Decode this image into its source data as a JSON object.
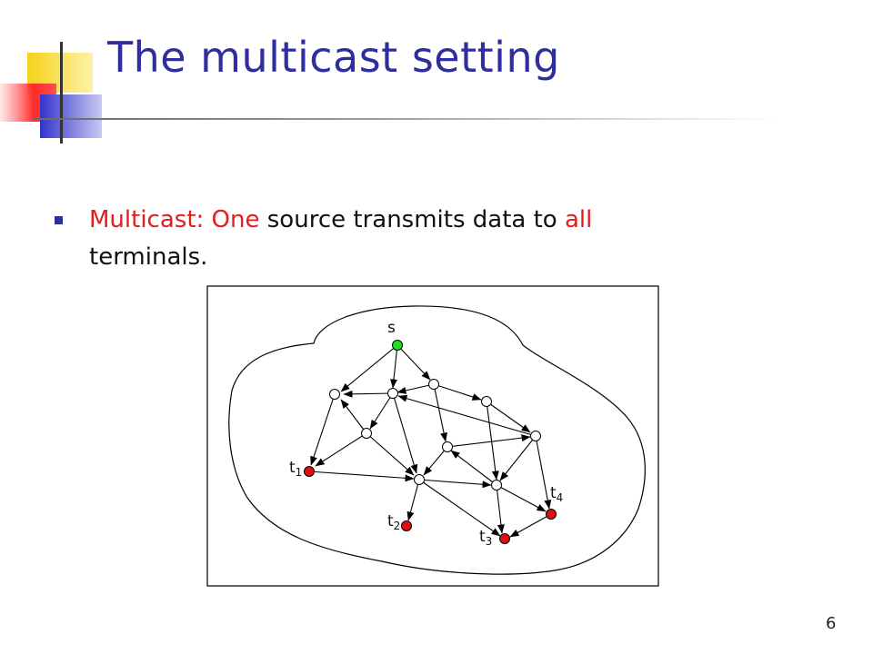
{
  "slide": {
    "title": "The multicast setting",
    "bullet": {
      "lead": "Multicast:",
      "emph1": "One",
      "mid": "source transmits data to",
      "emph2": "all",
      "tail": "terminals."
    },
    "page_number": "6"
  },
  "diagram": {
    "source_label": "s",
    "terminals": [
      {
        "base": "t",
        "sub": "1"
      },
      {
        "base": "t",
        "sub": "2"
      },
      {
        "base": "t",
        "sub": "3"
      },
      {
        "base": "t",
        "sub": "4"
      }
    ],
    "colors": {
      "source": "#22dd22",
      "terminal": "#e01010",
      "node": "#ffffff"
    }
  }
}
